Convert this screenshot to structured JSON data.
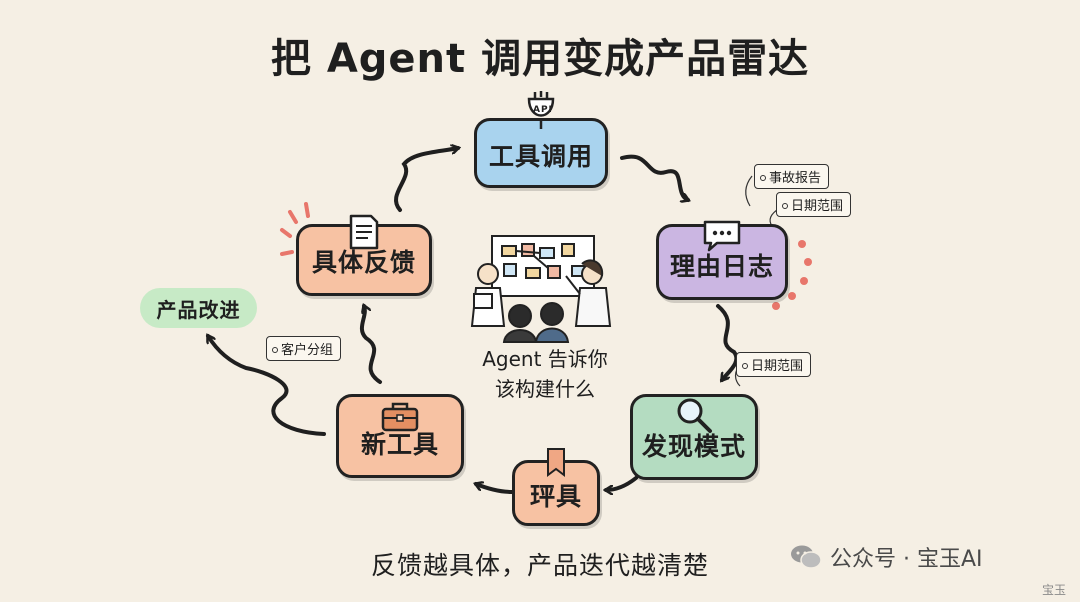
{
  "title": "把 Agent 调用变成产品雷达",
  "nodes": {
    "tool_call": "工具调用",
    "reason_log": "理由日志",
    "discover": "发现模式",
    "spike": "玶具",
    "new_tool": "新工具",
    "feedback": "具体反馈"
  },
  "improve": "产品改进",
  "tags": {
    "incident_report": "事故报告",
    "date_range_1": "日期范围",
    "date_range_2": "日期范围",
    "customer_group": "客户分组"
  },
  "center_text": [
    "Agent 告诉你",
    "该构建什么"
  ],
  "bottom_text": "反馈越具体，产品迭代越清楚",
  "watermark": {
    "text": "公众号 · 宝玉AI",
    "small": "宝玉"
  },
  "icons": {
    "plug_label": "API"
  },
  "colors": {
    "background": "#f5efe4",
    "blue": "#a9d3ee",
    "purple": "#cbb6e2",
    "green": "#b4dcc1",
    "orange": "#f7c2a3",
    "improve": "#c7eac6",
    "accent_red": "#e8766b"
  }
}
